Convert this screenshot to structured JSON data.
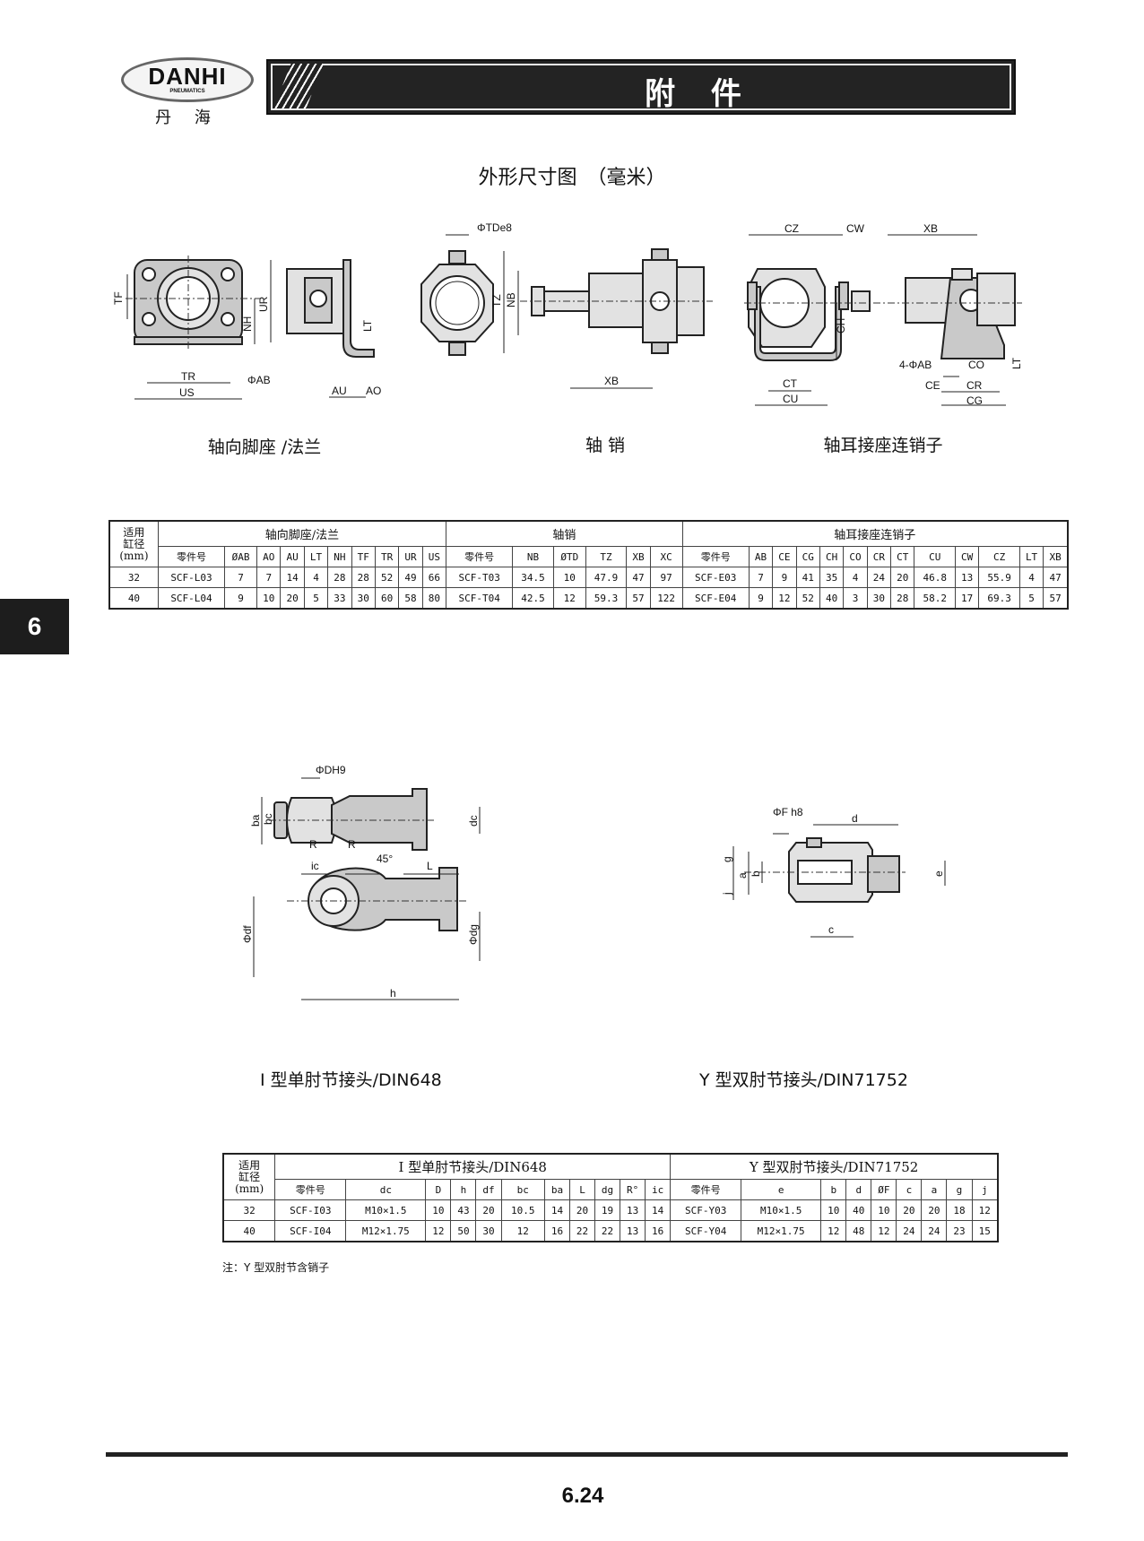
{
  "header": {
    "logo": {
      "brand": "DANHI",
      "sub": "PNEUMATICS",
      "cn": "丹 海"
    },
    "title": "附 件"
  },
  "subtitle": "外形尺寸图　（毫米）",
  "side_tab": "6",
  "top_diagrams": {
    "flange": {
      "caption": "轴向脚座 /法兰",
      "labels": [
        "TF",
        "UR",
        "NH",
        "TR",
        "US",
        "ΦAB",
        "LT",
        "AU",
        "AO"
      ]
    },
    "pin": {
      "caption": "轴 销",
      "labels": [
        "ΦTDe8",
        "TZ",
        "NB",
        "XB"
      ]
    },
    "clevis": {
      "caption": "轴耳接座连销子",
      "labels": [
        "CZ",
        "CW",
        "XB",
        "CH",
        "CT",
        "CU",
        "4-ΦAB",
        "CO",
        "CE",
        "CR",
        "CG",
        "LT"
      ]
    }
  },
  "bottom_diagrams": {
    "i_joint": {
      "caption": "I  型单肘节接头/DIN648",
      "labels": [
        "ΦDH9",
        "ba",
        "bc",
        "dc",
        "R",
        "R",
        "45°",
        "ic",
        "L",
        "Φdf",
        "Φdg",
        "h"
      ]
    },
    "y_joint": {
      "caption": "Y  型双肘节接头/DIN71752",
      "labels": [
        "ΦF h8",
        "d",
        "g",
        "a",
        "b",
        "j",
        "e",
        "c"
      ]
    }
  },
  "table1": {
    "bore_header": [
      "适用",
      "缸径",
      "(mm)"
    ],
    "groups": [
      {
        "title": "轴向脚座/法兰",
        "columns": [
          "零件号",
          "ØAB",
          "AO",
          "AU",
          "LT",
          "NH",
          "TF",
          "TR",
          "UR",
          "US"
        ]
      },
      {
        "title": "轴销",
        "columns": [
          "零件号",
          "NB",
          "ØTD",
          "TZ",
          "XB",
          "XC"
        ]
      },
      {
        "title": "轴耳接座连销子",
        "columns": [
          "零件号",
          "AB",
          "CE",
          "CG",
          "CH",
          "CO",
          "CR",
          "CT",
          "CU",
          "CW",
          "CZ",
          "LT",
          "XB"
        ]
      }
    ],
    "rows": [
      [
        "32",
        "SCF-L03",
        "7",
        "7",
        "14",
        "4",
        "28",
        "28",
        "52",
        "49",
        "66",
        "SCF-T03",
        "34.5",
        "10",
        "47.9",
        "47",
        "97",
        "SCF-E03",
        "7",
        "9",
        "41",
        "35",
        "4",
        "24",
        "20",
        "46.8",
        "13",
        "55.9",
        "4",
        "47"
      ],
      [
        "40",
        "SCF-L04",
        "9",
        "10",
        "20",
        "5",
        "33",
        "30",
        "60",
        "58",
        "80",
        "SCF-T04",
        "42.5",
        "12",
        "59.3",
        "57",
        "122",
        "SCF-E04",
        "9",
        "12",
        "52",
        "40",
        "3",
        "30",
        "28",
        "58.2",
        "17",
        "69.3",
        "5",
        "57"
      ]
    ]
  },
  "table2": {
    "bore_header": [
      "适用",
      "缸径",
      "(mm)"
    ],
    "groups": [
      {
        "title": "I  型单肘节接头/DIN648",
        "columns": [
          "零件号",
          "dc",
          "D",
          "h",
          "df",
          "bc",
          "ba",
          "L",
          "dg",
          "R°",
          "ic"
        ]
      },
      {
        "title": "Y  型双肘节接头/DIN71752",
        "columns": [
          "零件号",
          "e",
          "b",
          "d",
          "ØF",
          "c",
          "a",
          "g",
          "j"
        ]
      }
    ],
    "rows": [
      [
        "32",
        "SCF-I03",
        "M10×1.5",
        "10",
        "43",
        "20",
        "10.5",
        "14",
        "20",
        "19",
        "13",
        "14",
        "SCF-Y03",
        "M10×1.5",
        "10",
        "40",
        "10",
        "20",
        "20",
        "18",
        "12"
      ],
      [
        "40",
        "SCF-I04",
        "M12×1.75",
        "12",
        "50",
        "30",
        "12",
        "16",
        "22",
        "22",
        "13",
        "16",
        "SCF-Y04",
        "M12×1.75",
        "12",
        "48",
        "12",
        "24",
        "24",
        "23",
        "15"
      ]
    ]
  },
  "note": "注：Y 型双肘节含销子",
  "page_number": "6.24"
}
